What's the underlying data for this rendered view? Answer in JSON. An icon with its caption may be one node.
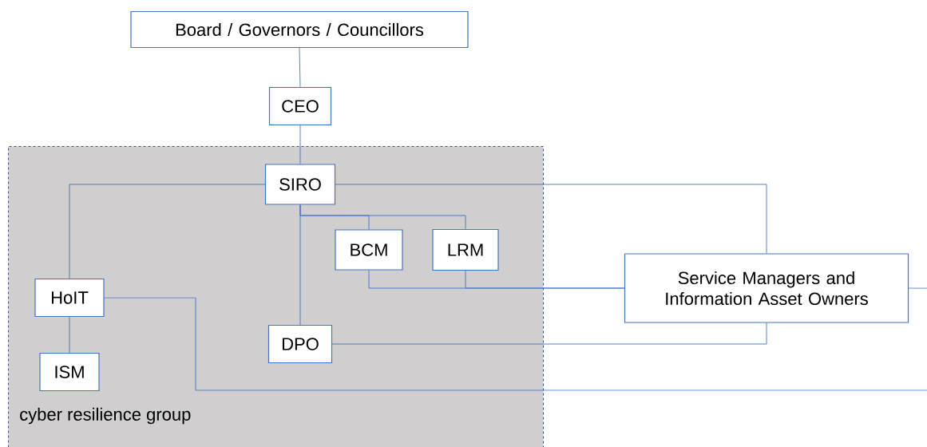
{
  "diagram": {
    "nodes": [
      {
        "text": [
          "Board / Governors / Councillors"
        ]
      },
      {
        "text": [
          "CEO"
        ]
      },
      {
        "text": [
          "cyber resilience group"
        ]
      },
      {
        "text": [
          "SIRO"
        ],
        "in": 2
      },
      {
        "text": [
          "BCM"
        ],
        "in": 2
      },
      {
        "text": [
          "LRM"
        ],
        "in": 2
      },
      {
        "text": [
          "HoIT"
        ],
        "in": 2
      },
      {
        "text": [
          "DPO"
        ],
        "in": 2
      },
      {
        "text": [
          "ISM"
        ],
        "in": 2
      },
      {
        "text": [
          "Service Managers and Information Asset Owners"
        ]
      }
    ],
    "edges": [
      {
        "from": 0,
        "to": 1,
        "arrow": "none"
      },
      {
        "from": 1,
        "to": 3,
        "arrow": "none"
      },
      {
        "from": 3,
        "to": 6,
        "arrow": "none"
      },
      {
        "from": 3,
        "to": 9,
        "arrow": "none"
      },
      {
        "from": 3,
        "to": 4,
        "arrow": "none"
      },
      {
        "from": 3,
        "to": 5,
        "arrow": "none"
      },
      {
        "from": 3,
        "to": 7,
        "arrow": "none"
      },
      {
        "from": 4,
        "to": 9,
        "arrow": "none"
      },
      {
        "from": 5,
        "to": 9,
        "arrow": "none"
      },
      {
        "from": 6,
        "to": 8,
        "arrow": "none"
      },
      {
        "from": 6,
        "to": null,
        "arrow": "none"
      },
      {
        "from": 7,
        "to": 9,
        "arrow": "none"
      },
      {
        "from": 9,
        "to": null,
        "arrow": "none"
      }
    ]
  }
}
